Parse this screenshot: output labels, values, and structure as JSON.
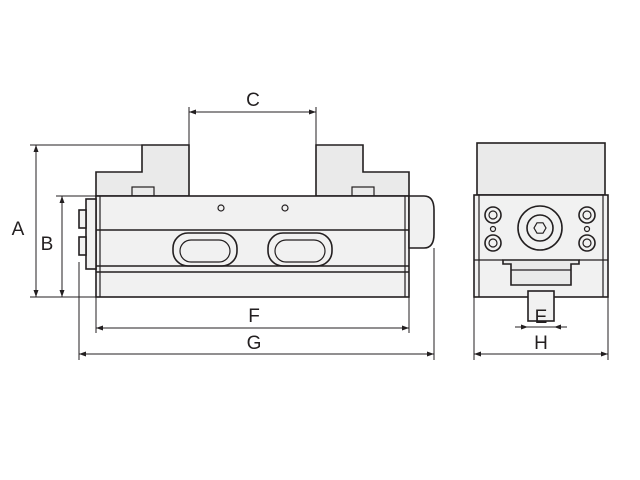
{
  "drawing": {
    "dimension_labels": {
      "a": "A",
      "b": "B",
      "c": "C",
      "e": "E",
      "f": "F",
      "g": "G",
      "h": "H"
    },
    "colors": {
      "line": "#231f20",
      "fill": "#f1f1f1",
      "background": "#ffffff"
    }
  }
}
